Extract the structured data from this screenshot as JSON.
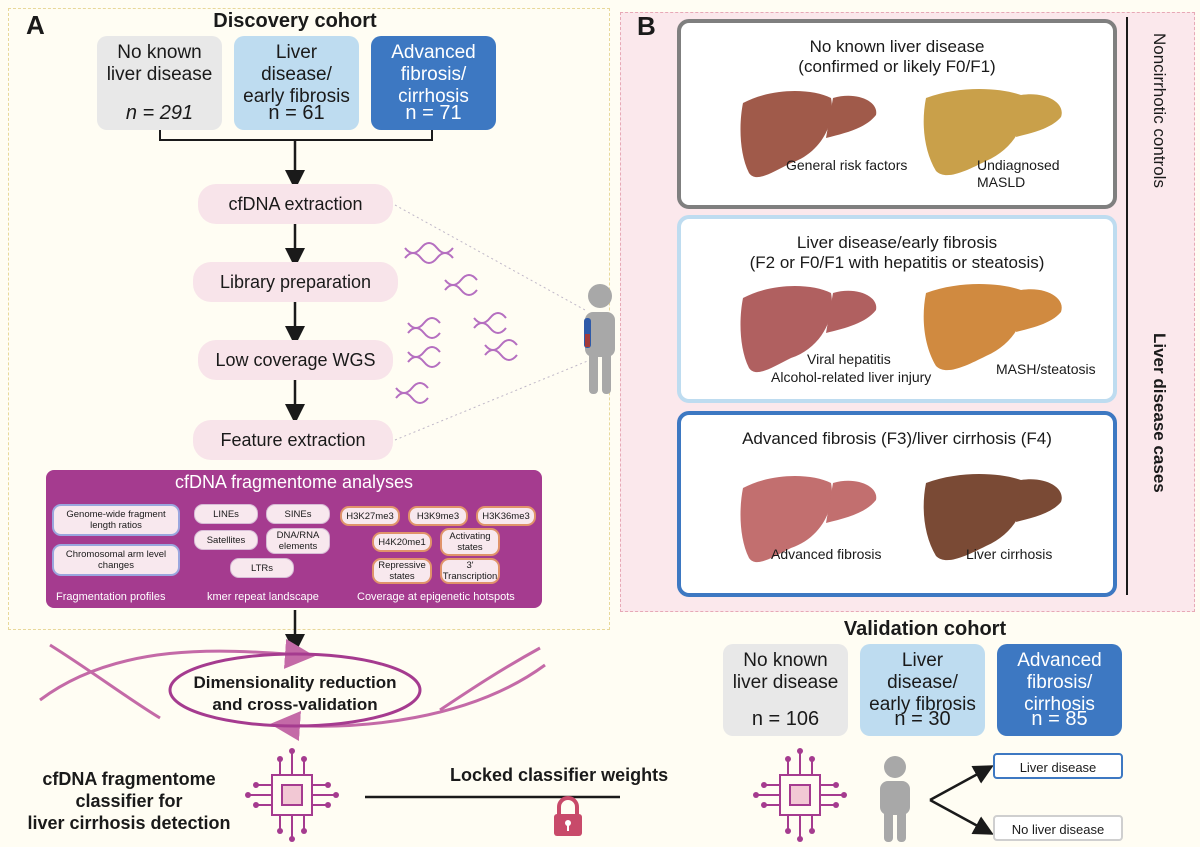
{
  "panel_a": {
    "letter": "A",
    "discovery": {
      "title": "Discovery cohort",
      "groups": [
        {
          "label_lines": [
            "No known",
            "liver disease"
          ],
          "n": "n = 291"
        },
        {
          "label_lines": [
            "Liver",
            "disease/",
            "early fibrosis"
          ],
          "n": "n = 61"
        },
        {
          "label_lines": [
            "Advanced",
            "fibrosis/",
            "cirrhosis"
          ],
          "n": "n = 71"
        }
      ]
    },
    "steps": [
      "cfDNA extraction",
      "Library preparation",
      "Low coverage WGS",
      "Feature extraction"
    ],
    "fragmentome": {
      "title": "cfDNA fragmentome analyses",
      "profiles": [
        "Genome-wide fragment length ratios",
        "Chromosomal arm level changes"
      ],
      "repeats": [
        "LINEs",
        "SINEs",
        "Satellites",
        "DNA/RNA elements",
        "LTRs"
      ],
      "epigenetic": [
        "H3K27me3",
        "H3K9me3",
        "H3K36me3",
        "H4K20me1",
        "Activating states",
        "Repressive states",
        "3' Transcription"
      ],
      "captions": [
        "Fragmentation profiles",
        "kmer repeat landscape",
        "Coverage at epigenetic hotspots"
      ]
    },
    "dimred": [
      "Dimensionality reduction",
      "and cross-validation"
    ],
    "classifier": [
      "cfDNA fragmentome",
      "classifier for",
      "liver cirrhosis detection"
    ],
    "locked": "Locked classifier weights"
  },
  "panel_b": {
    "letter": "B",
    "boxes": [
      {
        "title_lines": [
          "No known liver disease",
          "(confirmed or likely F0/F1)"
        ],
        "labels": [
          "General risk factors",
          "Undiagnosed",
          "MASLD"
        ]
      },
      {
        "title_lines": [
          "Liver disease/early fibrosis",
          "(F2 or F0/F1 with hepatitis or steatosis)"
        ],
        "labels": [
          "Viral hepatitis",
          "Alcohol-related liver injury",
          "MASH/steatosis"
        ]
      },
      {
        "title_lines": [
          "Advanced fibrosis (F3)/liver cirrhosis (F4)"
        ],
        "labels": [
          "Advanced fibrosis",
          "Liver cirrhosis"
        ]
      }
    ],
    "side_labels": [
      "Noncirrhotic controls",
      "Liver disease cases"
    ]
  },
  "validation": {
    "title": "Validation cohort",
    "groups": [
      {
        "label_lines": [
          "No known",
          "liver disease"
        ],
        "n": "n = 106"
      },
      {
        "label_lines": [
          "Liver",
          "disease/",
          "early fibrosis"
        ],
        "n": "n = 30"
      },
      {
        "label_lines": [
          "Advanced",
          "fibrosis/",
          "cirrhosis"
        ],
        "n": "n = 85"
      }
    ],
    "outcomes": [
      "Liver disease",
      "No liver disease"
    ]
  },
  "colors": {
    "grey": "#e8e8e8",
    "light_blue": "#bedcf0",
    "dark_blue": "#3d78c2",
    "magenta": "#a53b8f",
    "pink_step": "#f8e4ea"
  }
}
